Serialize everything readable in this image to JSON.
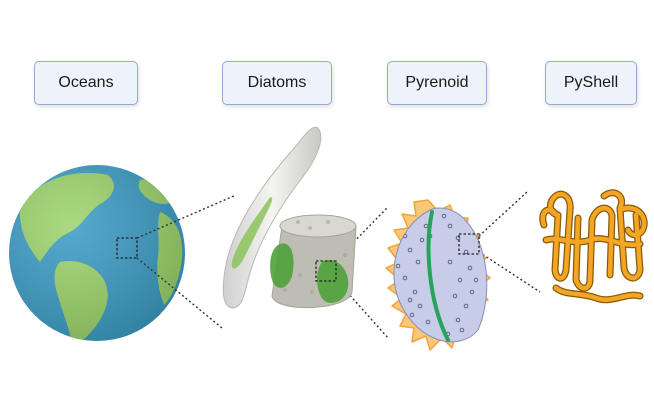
{
  "labels": {
    "oceans": "Oceans",
    "diatoms": "Diatoms",
    "pyrenoid": "Pyrenoid",
    "pyshell": "PyShell"
  },
  "colors": {
    "ocean_blue": "#3a9bc4",
    "land_green": "#9bd36a",
    "chloroplast_green": "#5aa83a",
    "pyrenoid_fill": "#c7cce8",
    "pyrenoid_spikes": "#f2a43a",
    "thylakoid_green": "#27a35a",
    "protein_orange": "#f2a623",
    "box_fill": "#eef2fb",
    "box_border": "#93a9d3"
  }
}
